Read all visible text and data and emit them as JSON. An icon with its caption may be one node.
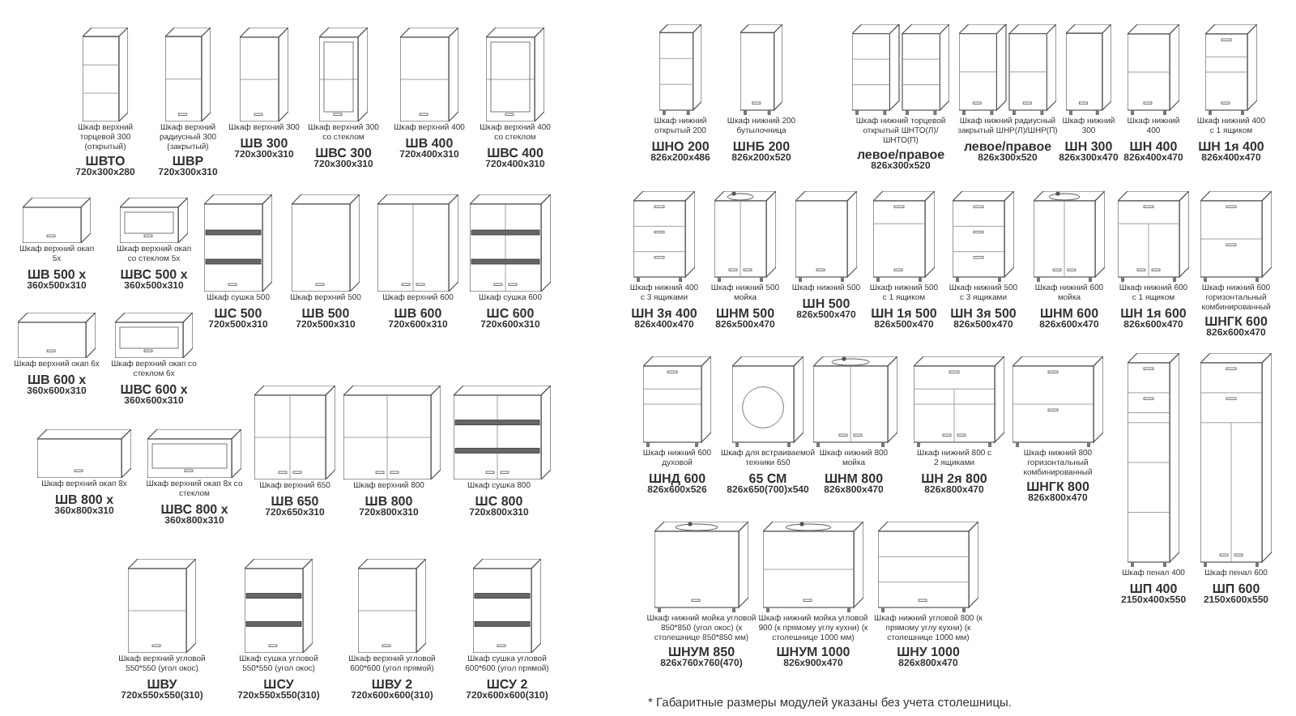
{
  "diagram": {
    "nodes": [
      {
        "text": [
          "Шкаф верхний торцевой 300 (открытый)",
          "ШВТО",
          "720х300х280"
        ]
      },
      {
        "text": [
          "Шкаф верхний радиусный 300 (закрытый)",
          "ШВР",
          "720х300х310"
        ]
      },
      {
        "text": [
          "Шкаф верхний 300",
          "ШВ 300",
          "720х300х310"
        ]
      },
      {
        "text": [
          "Шкаф верхний 300 со стеклом",
          "ШВС 300",
          "720х300х310"
        ]
      },
      {
        "text": [
          "Шкаф верхний 400",
          "ШВ 400",
          "720х400х310"
        ]
      },
      {
        "text": [
          "Шкаф верхний 400 со стеклом",
          "ШВС 400",
          "720х400х310"
        ]
      },
      {
        "text": [
          "Шкаф верхний окап 5х",
          "ШВ 500 х",
          "360х500х310"
        ]
      },
      {
        "text": [
          "Шкаф верхний окап со стеклом 5х",
          "ШВС 500 х",
          "360х500х310"
        ]
      },
      {
        "text": [
          "Шкаф сушка 500",
          "ШС 500",
          "720х500х310"
        ]
      },
      {
        "text": [
          "Шкаф верхний 500",
          "ШВ 500",
          "720х500х310"
        ]
      },
      {
        "text": [
          "Шкаф верхний 600",
          "ШВ 600",
          "720х600х310"
        ]
      },
      {
        "text": [
          "Шкаф сушка 600",
          "ШС 600",
          "720х600х310"
        ]
      },
      {
        "text": [
          "Шкаф верхний окап 6х",
          "ШВ 600 х",
          "360х600х310"
        ]
      },
      {
        "text": [
          "Шкаф верхний окап со стеклом 6х",
          "ШВС 600 х",
          "360х600х310"
        ]
      },
      {
        "text": [
          "Шкаф верхний окап 8х",
          "ШВ 800 х",
          "360х800х310"
        ]
      },
      {
        "text": [
          "Шкаф верхний окап 8х со стеклом",
          "ШВС 800 х",
          "360х800х310"
        ]
      },
      {
        "text": [
          "Шкаф верхний 650",
          "ШВ 650",
          "720х650х310"
        ]
      },
      {
        "text": [
          "Шкаф верхний 800",
          "ШВ 800",
          "720х800х310"
        ]
      },
      {
        "text": [
          "Шкаф сушка 800",
          "ШС 800",
          "720х800х310"
        ]
      },
      {
        "text": [
          "Шкаф верхний угловой 550*550 (угол окос)",
          "ШВУ",
          "720х550х550(310)"
        ]
      },
      {
        "text": [
          "Шкаф сушка угловой 550*550 (угол окос)",
          "ШСУ",
          "720х550х550(310)"
        ]
      },
      {
        "text": [
          "Шкаф верхний угловой 600*600 (угол прямой)",
          "ШВУ 2",
          "720х600х600(310)"
        ]
      },
      {
        "text": [
          "Шкаф сушка угловой 600*600 (угол прямой)",
          "ШСУ 2",
          "720х600х600(310)"
        ]
      },
      {
        "text": [
          "Шкаф нижний открытый 200",
          "ШНО 200",
          "826х200х486"
        ]
      },
      {
        "text": [
          "Шкаф нижний 200 бутылочница",
          "ШНБ 200",
          "826х200х520"
        ]
      },
      {
        "text": [
          "Шкаф нижний торцевой открытый ШНТО(Л)/ШНТО(П)",
          "левое/правое",
          "826х300х520"
        ]
      },
      {
        "text": [
          "Шкаф нижний радиусный закрытый ШНР(Л)/ШНР(П)",
          "левое/правое",
          "826х300х520"
        ]
      },
      {
        "text": [
          "Шкаф нижний 300",
          "ШН 300",
          "826х300х470"
        ]
      },
      {
        "text": [
          "Шкаф нижний 400",
          "ШН 400",
          "826х400х470"
        ]
      },
      {
        "text": [
          "Шкаф нижний 400 с 1 ящиком",
          "ШН 1я 400",
          "826х400х470"
        ]
      },
      {
        "text": [
          "Шкаф нижний 400 с 3 ящиками",
          "ШН 3я 400",
          "826х400х470"
        ]
      },
      {
        "text": [
          "Шкаф нижний 500 мойка",
          "ШНМ 500",
          "826х500х470"
        ]
      },
      {
        "text": [
          "Шкаф нижний 500",
          "ШН 500",
          "826х500х470"
        ]
      },
      {
        "text": [
          "Шкаф нижний 500 с 1 ящиком",
          "ШН 1я 500",
          "826х500х470"
        ]
      },
      {
        "text": [
          "Шкаф нижний 500 с 3 ящиками",
          "ШН 3я 500",
          "826х500х470"
        ]
      },
      {
        "text": [
          "Шкаф нижний 600 мойка",
          "ШНМ 600",
          "826х600х470"
        ]
      },
      {
        "text": [
          "Шкаф нижний 600 с 1 ящиком",
          "ШН 1я 600",
          "826х600х470"
        ]
      },
      {
        "text": [
          "Шкаф нижний 600 горизонтальный комбинированный",
          "ШНГК 600",
          "826х600х470"
        ]
      },
      {
        "text": [
          "Шкаф нижний 600 духовой",
          "ШНД 600",
          "826х600х526"
        ]
      },
      {
        "text": [
          "Шкаф для встраиваемой техники 650",
          "65 СМ",
          "826х650(700)х540"
        ]
      },
      {
        "text": [
          "Шкаф нижний 800 мойка",
          "ШНМ 800",
          "826х800х470"
        ]
      },
      {
        "text": [
          "Шкаф нижний 800 с 2 ящиками",
          "ШН 2я 800",
          "826х800х470"
        ]
      },
      {
        "text": [
          "Шкаф нижний 800 горизонтальный комбинированный",
          "ШНГК 800",
          "826х800х470"
        ]
      },
      {
        "text": [
          "Шкаф пенал 400",
          "ШП 400",
          "2150х400х550"
        ]
      },
      {
        "text": [
          "Шкаф пенал 600",
          "ШП 600",
          "2150х600х550"
        ]
      },
      {
        "text": [
          "Шкаф нижний мойка угловой 850*850 (угол окос) (к столешнице 850*850 мм)",
          "ШНУМ 850",
          "826х760х760(470)"
        ]
      },
      {
        "text": [
          "Шкаф нижний мойка угловой 900 (к прямому углу кухни) (к столешнице 1000 мм)",
          "ШНУМ 1000",
          "826х900х470"
        ]
      },
      {
        "text": [
          "Шкаф нижний угловой 800 (к прямому углу кухни) (к столешнице 1000 мм)",
          "ШНУ 1000",
          "826х800х470"
        ]
      }
    ],
    "labels": [
      "* Габаритные размеры модулей указаны без учета столешницы."
    ]
  }
}
